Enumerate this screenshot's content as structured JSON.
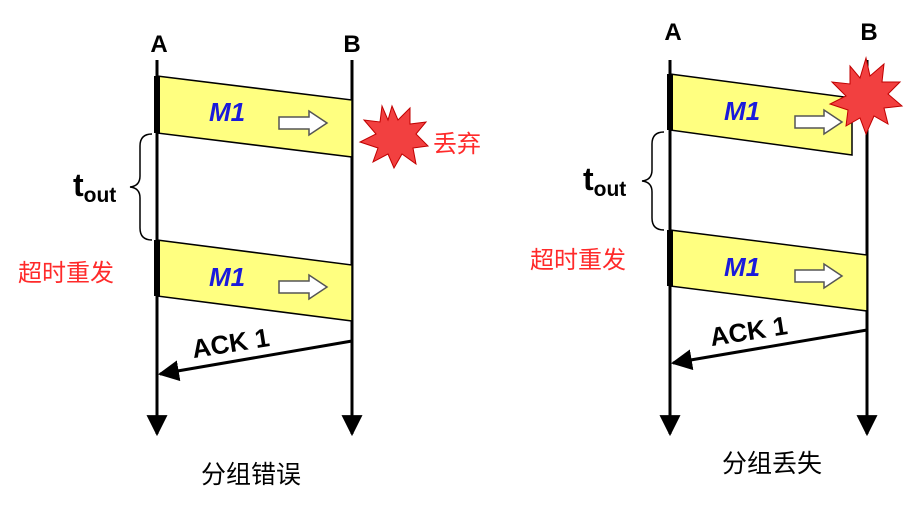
{
  "left": {
    "host_a": "A",
    "host_b": "B",
    "frame1": "M1",
    "frame2": "M1",
    "discard": "丢弃",
    "timeout_t": "t",
    "timeout_sub": "out",
    "retransmit": "超时重发",
    "ack": "ACK 1",
    "caption": "分组错误"
  },
  "right": {
    "host_a": "A",
    "host_b": "B",
    "frame1": "M1",
    "frame2": "M1",
    "timeout_t": "t",
    "timeout_sub": "out",
    "retransmit": "超时重发",
    "ack": "ACK 1",
    "caption": "分组丢失"
  },
  "colors": {
    "frame_fill": "#ffff80",
    "frame_label": "#1a1adb",
    "alert_red": "#ff2a2a",
    "burst": "#f24040"
  }
}
